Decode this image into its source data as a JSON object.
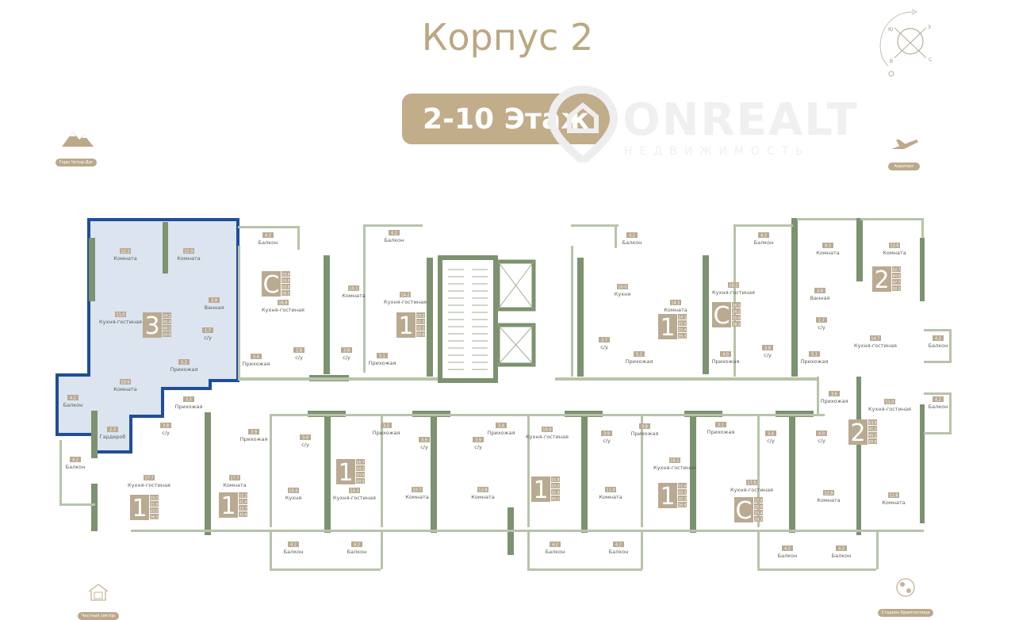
{
  "header": {
    "title": "Корпус 2",
    "floor_label": "2-10 Этаж"
  },
  "watermark": {
    "name": "ONREALT",
    "subtitle": "НЕДВИЖИМОСТЬ"
  },
  "compass": {
    "labels": [
      "Ю",
      "В",
      "З",
      "С"
    ]
  },
  "landmarks": [
    {
      "icon": "mountain-icon",
      "label": "Горы Чатыр-Даг"
    },
    {
      "icon": "airplane-icon",
      "label": "Аэропорт"
    },
    {
      "icon": "house-icon",
      "label": "Частный сектор"
    },
    {
      "icon": "football-icon",
      "label": "Стадион Крымтеплица"
    }
  ],
  "colors": {
    "accent": "#bba882",
    "wall_dark": "#7d9270",
    "wall_light": "#b7c4aa",
    "selected_fill": "#dce4f0",
    "selected_outline": "#1f4e9a",
    "badge": "#b9aa91"
  },
  "selected_apartment": {
    "rooms_count": "3"
  },
  "apartments": [
    {
      "type": "3",
      "stats": [
        "54.2",
        "45.4",
        "40.1",
        "24.9"
      ],
      "selected": true
    },
    {
      "type": "C",
      "stats": [
        "15.8",
        "24.0",
        "25.8",
        "28.2"
      ]
    },
    {
      "type": "1",
      "stats": [
        "14.2",
        "11.5",
        "10.5",
        "32.8"
      ]
    },
    {
      "type": "1",
      "stats": [
        "14.3",
        "21.5",
        "22.4",
        "35.3"
      ]
    },
    {
      "type": "C",
      "stats": [
        "16.5",
        "24.1",
        "25.8",
        "28.3"
      ]
    },
    {
      "type": "2",
      "stats": [
        "22.7",
        "44.0",
        "47.7",
        "50.2"
      ]
    },
    {
      "type": "2",
      "stats": [
        "23.9",
        "41.2",
        "45.2",
        "50.9"
      ]
    },
    {
      "type": "1",
      "stats": [
        "15.1",
        "21.8",
        "23.5",
        "36.3"
      ]
    },
    {
      "type": "1",
      "stats": [
        "11.1",
        "21.4",
        "23.7",
        "35.6"
      ]
    },
    {
      "type": "1",
      "stats": [
        "16.7",
        "24.1",
        "33.4",
        "34.5"
      ]
    },
    {
      "type": "1",
      "stats": [
        "11.8",
        "19.2",
        "21.6",
        "40.2"
      ]
    },
    {
      "type": "1",
      "stats": [
        "11.4",
        "22.3",
        "32.3",
        "36.8"
      ]
    },
    {
      "type": "C",
      "stats": [
        "17.9",
        "25.8",
        "25.4",
        "28.3"
      ]
    }
  ],
  "rooms": [
    {
      "name": "Комната",
      "area": "12.2"
    },
    {
      "name": "Комната",
      "area": "12.0"
    },
    {
      "name": "Ванная",
      "area": "3.9"
    },
    {
      "name": "Кухня-гостиная",
      "area": "11.0"
    },
    {
      "name": "с/у",
      "area": "1.7"
    },
    {
      "name": "Прихожая",
      "area": "5.2"
    },
    {
      "name": "Комната",
      "area": "10.6"
    },
    {
      "name": "Балкон",
      "area": "4.2"
    },
    {
      "name": "Гардероб",
      "area": "2.3"
    },
    {
      "name": "Балкон",
      "area": "4.2"
    },
    {
      "name": "Кухня-гостиная",
      "area": "16.8"
    },
    {
      "name": "Прихожая",
      "area": "5.4"
    },
    {
      "name": "с/у",
      "area": "2.8"
    },
    {
      "name": "с/у",
      "area": "3.8"
    },
    {
      "name": "Комната",
      "area": "10.1"
    },
    {
      "name": "Прихожая",
      "area": "5.1"
    },
    {
      "name": "Балкон",
      "area": "4.2"
    },
    {
      "name": "Кухня-гостиная",
      "area": "14.2"
    },
    {
      "name": "Балкон",
      "area": "4.2"
    },
    {
      "name": "Кухня",
      "area": "10.0"
    },
    {
      "name": "с/у",
      "area": "3.7"
    },
    {
      "name": "Прихожая",
      "area": "5.1"
    },
    {
      "name": "Комната",
      "area": "14.5"
    },
    {
      "name": "Балкон",
      "area": "4.2"
    },
    {
      "name": "Кухня-гостиная",
      "area": "16.2"
    },
    {
      "name": "Прихожая",
      "area": "4.0"
    },
    {
      "name": "с/у",
      "area": "3.8"
    },
    {
      "name": "Ванная",
      "area": "3.8"
    },
    {
      "name": "Комната",
      "area": "9.3"
    },
    {
      "name": "с/у",
      "area": "1.7"
    },
    {
      "name": "Прихожая",
      "area": "5.1"
    },
    {
      "name": "Комната",
      "area": "13.0"
    },
    {
      "name": "Кухня-гостиная",
      "area": "14.7"
    },
    {
      "name": "Балкон",
      "area": "4.2"
    },
    {
      "name": "Прихожая",
      "area": "3.6"
    },
    {
      "name": "Кухня-гостиная",
      "area": "11.0"
    },
    {
      "name": "Балкон",
      "area": "4.2"
    },
    {
      "name": "Комната",
      "area": "11.8"
    },
    {
      "name": "Прихожая",
      "area": "5.5"
    },
    {
      "name": "с/у",
      "area": "3.8"
    },
    {
      "name": "Балкон",
      "area": "4.2"
    },
    {
      "name": "Кухня-гостиная",
      "area": "17.7"
    },
    {
      "name": "Прихожая",
      "area": "3.9"
    },
    {
      "name": "Комната",
      "area": "17.7"
    },
    {
      "name": "с/у",
      "area": "3.9"
    },
    {
      "name": "Кухня",
      "area": "10.5"
    },
    {
      "name": "Кухня-гостиная",
      "area": "14.3"
    },
    {
      "name": "Прихожая",
      "area": "3.2"
    },
    {
      "name": "Балкон",
      "area": "4.2"
    },
    {
      "name": "Балкон",
      "area": "4.2"
    },
    {
      "name": "с/у",
      "area": "3.9"
    },
    {
      "name": "с/у",
      "area": "3.9"
    },
    {
      "name": "Комната",
      "area": "10.7"
    },
    {
      "name": "Комната",
      "area": "12.8"
    },
    {
      "name": "Прихожая",
      "area": "3.4"
    },
    {
      "name": "Кухня-гостиная",
      "area": "19.0"
    },
    {
      "name": "с/у",
      "area": "3.9"
    },
    {
      "name": "Прихожая",
      "area": "3.8"
    },
    {
      "name": "Комната",
      "area": "11.0"
    },
    {
      "name": "Балкон",
      "area": "4.2"
    },
    {
      "name": "Балкон",
      "area": "4.2"
    },
    {
      "name": "Кухня-гостиная",
      "area": "16.1"
    },
    {
      "name": "Прихожая",
      "area": "3.1"
    },
    {
      "name": "Кухня-гостиная",
      "area": "17.9"
    },
    {
      "name": "с/у",
      "area": "3.4"
    },
    {
      "name": "с/у",
      "area": "4.0"
    },
    {
      "name": "Комната",
      "area": "12.8"
    },
    {
      "name": "Балкон",
      "area": "4.2"
    },
    {
      "name": "Балкон",
      "area": "4.2"
    }
  ]
}
